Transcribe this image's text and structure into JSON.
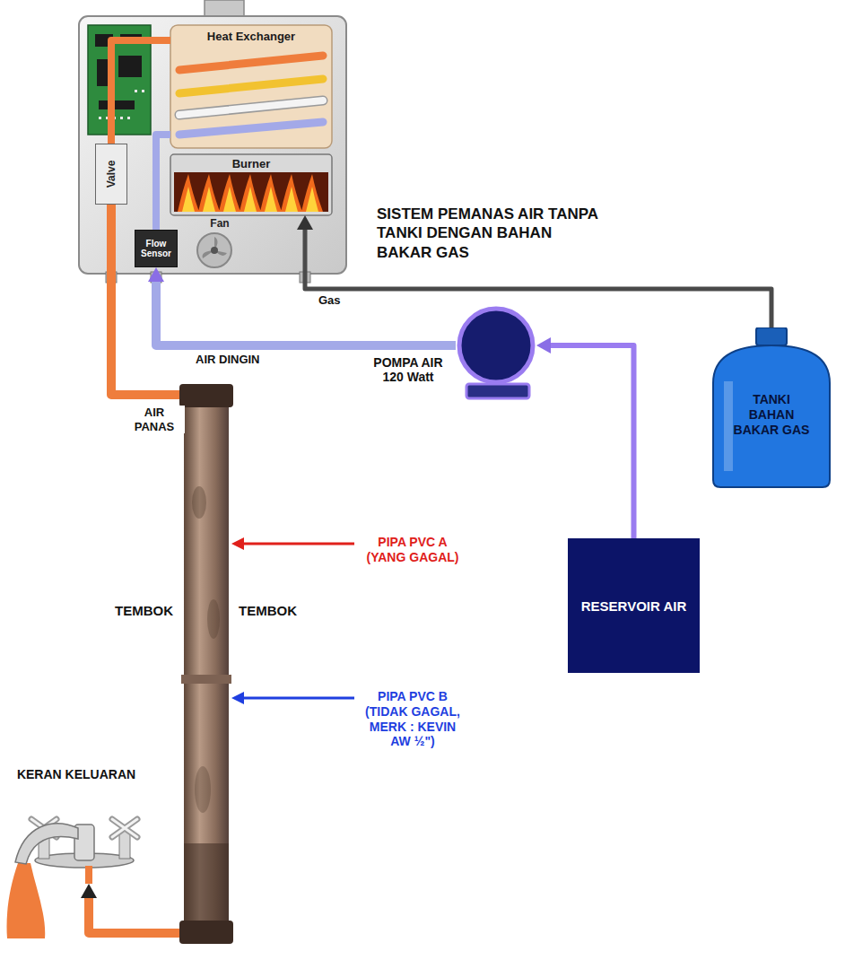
{
  "diagram": {
    "title": "SISTEM PEMANAS AIR TANPA TANKI DENGAN BAHAN BAKAR GAS",
    "nodes": [
      {
        "text": [
          "Heat Exchanger"
        ]
      },
      {
        "text": [
          "Burner"
        ]
      },
      {
        "text": [
          "Valve"
        ]
      },
      {
        "text": [
          "Flow Sensor"
        ]
      },
      {
        "text": [
          "Fan"
        ]
      },
      {
        "text": [
          "POMPA AIR 120 Watt"
        ]
      },
      {
        "text": [
          "TANKI BAHAN BAKAR GAS"
        ]
      },
      {
        "text": [
          "KERAN KELUARAN"
        ]
      },
      {
        "text": [
          "RESERVOIR AIR"
        ]
      }
    ],
    "edges": [
      {
        "from": 3,
        "to": 0,
        "arrow": "none"
      },
      {
        "from": 0,
        "to": 2,
        "arrow": "none"
      },
      {
        "from": 2,
        "to": 7,
        "arrow": "to",
        "label": "AIR PANAS"
      },
      {
        "from": 8,
        "to": 5,
        "arrow": "to"
      },
      {
        "from": 5,
        "to": 3,
        "arrow": "to",
        "label": "AIR DINGIN"
      },
      {
        "from": 6,
        "to": 1,
        "arrow": "to",
        "label": "Gas"
      }
    ],
    "labels": [
      "PIPA PVC A (YANG GAGAL)",
      "TEMBOK",
      "TEMBOK",
      "PIPA PVC B (TIDAK GAGAL, MERK : KEVIN AW ½\")"
    ]
  }
}
